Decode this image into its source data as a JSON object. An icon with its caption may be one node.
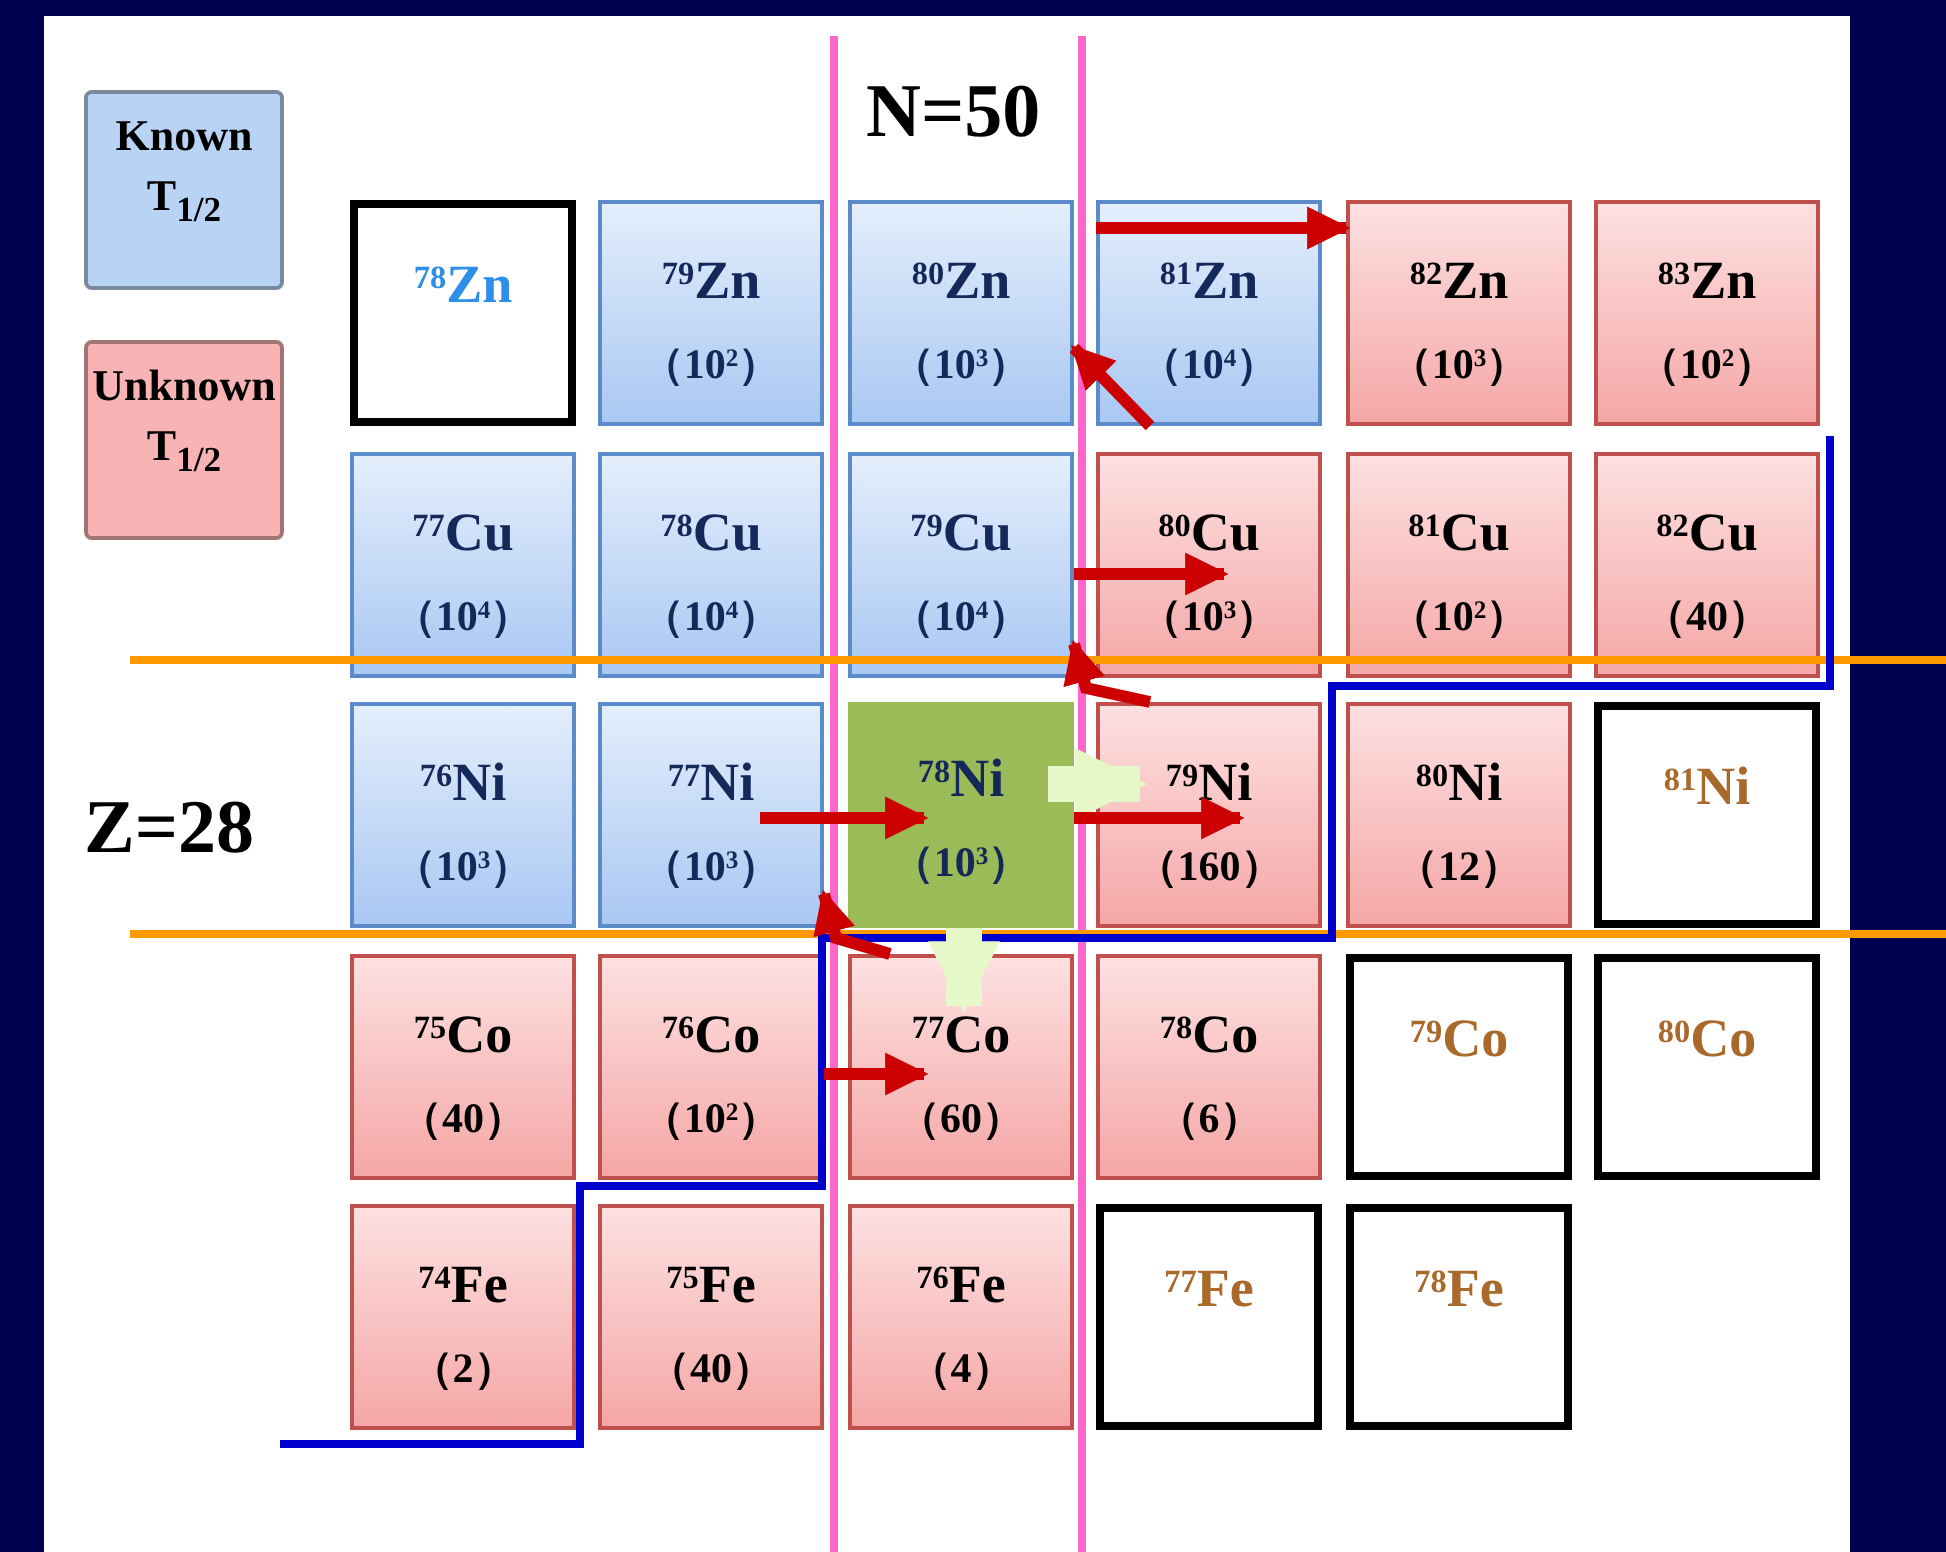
{
  "diagram": {
    "nodes": [
      {
        "text": [
          "$^{78}$Zn"
        ]
      },
      {
        "text": [
          "$^{79}$Zn",
          "（10$^{2}$）"
        ]
      },
      {
        "text": [
          "$^{80}$Zn",
          "（10$^{3}$）"
        ]
      },
      {
        "text": [
          "$^{81}$Zn",
          "（10$^{4}$）"
        ]
      },
      {
        "text": [
          "$^{82}$Zn",
          "（10$^{3}$）"
        ]
      },
      {
        "text": [
          "$^{83}$Zn",
          "（10$^{2}$）"
        ]
      },
      {
        "text": [
          "$^{77}$Cu",
          "（10$^{4}$）"
        ]
      },
      {
        "text": [
          "$^{78}$Cu",
          "（10$^{4}$）"
        ]
      },
      {
        "text": [
          "$^{79}$Cu",
          "（10$^{4}$）"
        ]
      },
      {
        "text": [
          "$^{80}$Cu",
          "（10$^{3}$）"
        ]
      },
      {
        "text": [
          "$^{81}$Cu",
          "（10$^{2}$）"
        ]
      },
      {
        "text": [
          "$^{82}$Cu",
          "（40）"
        ]
      },
      {
        "text": [
          "$^{76}$Ni",
          "（10$^{3}$）"
        ]
      },
      {
        "text": [
          "$^{77}$Ni",
          "（10$^{3}$）"
        ]
      },
      {
        "text": [
          "$^{78}$Ni",
          "（10$^{3}$）"
        ]
      },
      {
        "text": [
          "$^{79}$Ni",
          "（160）"
        ]
      },
      {
        "text": [
          "$^{80}$Ni",
          "（12）"
        ]
      },
      {
        "text": [
          "$^{81}$Ni"
        ]
      },
      {
        "text": [
          "$^{75}$Co",
          "（40）"
        ]
      },
      {
        "text": [
          "$^{76}$Co",
          "（10$^{2}$）"
        ]
      },
      {
        "text": [
          "$^{77}$Co",
          "（60）"
        ]
      },
      {
        "text": [
          "$^{78}$Co",
          "（6）"
        ]
      },
      {
        "text": [
          "$^{79}$Co"
        ]
      },
      {
        "text": [
          "$^{80}$Co"
        ]
      },
      {
        "text": [
          "$^{74}$Fe",
          "（2）"
        ]
      },
      {
        "text": [
          "$^{75}$Fe",
          "（40）"
        ]
      },
      {
        "text": [
          "$^{76}$Fe",
          "（4）"
        ]
      },
      {
        "text": [
          "$^{77}$Fe"
        ]
      },
      {
        "text": [
          "$^{78}$Fe"
        ]
      }
    ],
    "edges": [
      {
        "from": 3,
        "to": 4,
        "arrow": "to"
      },
      {
        "from": 3,
        "to": 2,
        "arrow": "to"
      },
      {
        "from": 8,
        "to": 9,
        "arrow": "to"
      },
      {
        "from": 15,
        "to": 8,
        "arrow": "to"
      },
      {
        "from": 13,
        "to": 14,
        "arrow": "to"
      },
      {
        "from": 14,
        "to": 15,
        "arrow": "to",
        "style": "thick",
        "color": "#e6f7c8"
      },
      {
        "from": 14,
        "to": 15,
        "arrow": "to"
      },
      {
        "from": 14,
        "to": 20,
        "arrow": "to",
        "style": "thick",
        "color": "#e6f7c8"
      },
      {
        "from": 20,
        "to": 13,
        "arrow": "to"
      },
      {
        "from": 19,
        "to": 20,
        "arrow": "to"
      }
    ],
    "labels": [
      "N=50",
      "Z=28"
    ],
    "legend": [
      {
        "text": "Known T$_{1/2}$",
        "color": "#b9d3f4"
      },
      {
        "text": "Unknown T$_{1/2}$",
        "color": "#f8b4b4"
      }
    ]
  }
}
